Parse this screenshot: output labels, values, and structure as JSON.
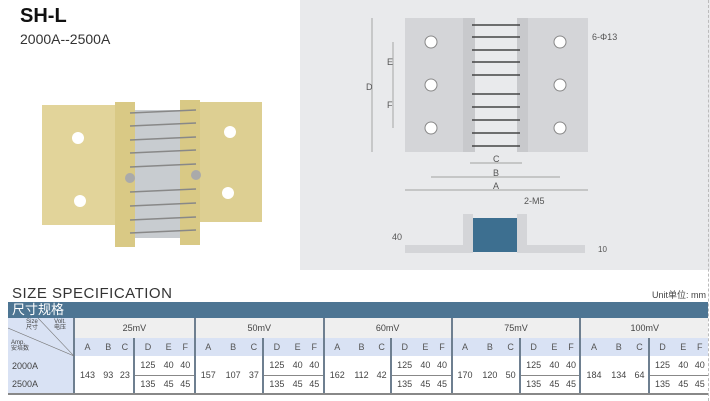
{
  "header": {
    "title": "SH-L",
    "subtitle": "2000A--2500A"
  },
  "drawing": {
    "labels": {
      "A": "A",
      "B": "B",
      "C": "C",
      "D": "D",
      "E": "E",
      "F": "F"
    },
    "hole_spec": "6-Φ13",
    "screw_spec": "2-M5",
    "height_dim": "40",
    "thickness_dim": "10"
  },
  "spec": {
    "title": "SIZE SPECIFICATION",
    "unit": "Unit单位: mm",
    "cn_title": "尺寸规格",
    "corner": {
      "size": "Size",
      "size_cn": "尺寸",
      "volt": "Volt.",
      "volt_cn": "电压",
      "amp": "Amp.",
      "amp_cn": "安培数"
    },
    "voltages": [
      "25mV",
      "50mV",
      "60mV",
      "75mV",
      "100mV"
    ],
    "cols": [
      "A",
      "B",
      "C",
      "D",
      "E",
      "F"
    ],
    "rows": [
      "2000A",
      "2500A"
    ],
    "abc": [
      [
        "143",
        "93",
        "23"
      ],
      [
        "157",
        "107",
        "37"
      ],
      [
        "162",
        "112",
        "42"
      ],
      [
        "170",
        "120",
        "50"
      ],
      [
        "184",
        "134",
        "64"
      ]
    ],
    "def": [
      [
        "125",
        "40",
        "40"
      ],
      [
        "135",
        "45",
        "45"
      ]
    ]
  }
}
